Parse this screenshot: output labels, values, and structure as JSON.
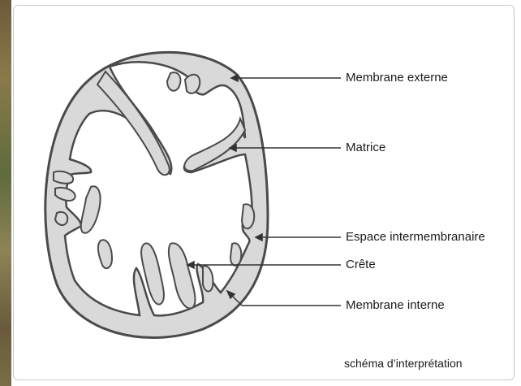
{
  "labels": {
    "membrane_externe": "Membrane externe",
    "matrice": "Matrice",
    "espace_intermembranaire": "Espace intermembranaire",
    "crete": "Crête",
    "membrane_interne": "Membrane interne"
  },
  "caption": "schéma d’interprétation",
  "colors": {
    "outline": "#4a4a4a",
    "intermembrane_fill": "#d9d9d9",
    "matrix_fill": "#ffffff",
    "leader": "#333333"
  }
}
